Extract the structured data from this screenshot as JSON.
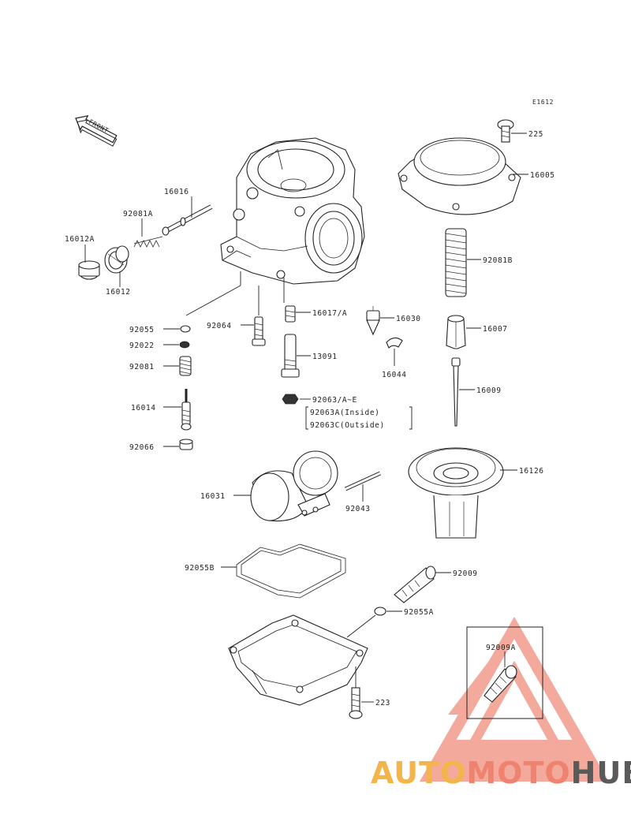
{
  "diagram_code": "E1612",
  "front_label": "FRONT",
  "parts": {
    "p225": "225",
    "p16005": "16005",
    "p16016": "16016",
    "p92081A": "92081A",
    "p16012A": "16012A",
    "p16012": "16012",
    "p92081B": "92081B",
    "p92055": "92055",
    "p92064": "92064",
    "p16017A": "16017/A",
    "p16030": "16030",
    "p16007": "16007",
    "p92022": "92022",
    "p13091": "13091",
    "p16044": "16044",
    "p92081": "92081",
    "p16009": "16009",
    "p16014": "16014",
    "p92063AE": "92063/A~E",
    "p92063A_note": "92063A(Inside)",
    "p92063C_note": "92063C(Outside)",
    "p92066": "92066",
    "p16126": "16126",
    "p16031": "16031",
    "p92043": "92043",
    "p92055B": "92055B",
    "p92009": "92009",
    "p92055A": "92055A",
    "p92009A": "92009A",
    "p223": "223"
  },
  "watermark": {
    "part1": "AUTO",
    "part2": "MOTO",
    "part3": "HUB",
    "color_part1": "#f3b44a",
    "color_part2": "#f0836f",
    "color_part3": "#5a5a5a",
    "triangle_color": "#f08878"
  }
}
